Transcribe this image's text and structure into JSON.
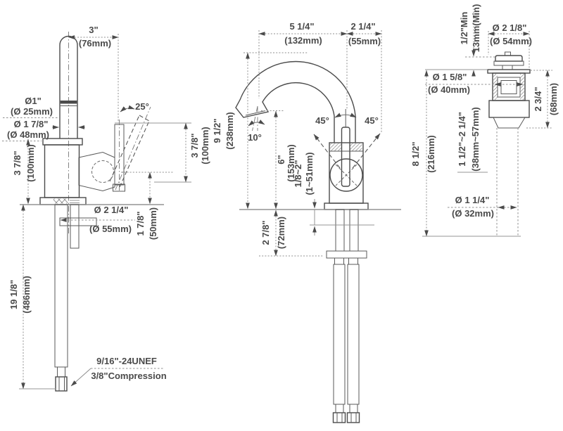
{
  "drawing": {
    "title": "faucet-installation-dimension-drawing",
    "colors": {
      "object_line": "#4b4b4b",
      "dimension_line": "#8f8f8f",
      "text": "#4a4a4a",
      "background": "#ffffff"
    },
    "side_view": {
      "spout_offset": {
        "inch": "3\"",
        "mm": "(76mm)"
      },
      "aerator_dia": {
        "inch": "Ø1\"",
        "mm": "(Ø 25mm)"
      },
      "base_dia": {
        "inch": "Ø 1 7/8\"",
        "mm": "(Ø 48mm)"
      },
      "body_height": {
        "inch": "3 7/8\"",
        "mm": "(100mm)"
      },
      "handle_angle": "25°",
      "handle_length": {
        "inch": "3 7/8\"",
        "mm": "(100mm)"
      },
      "handle_clearance": {
        "inch": "1 7/8\"",
        "mm": "(50mm)"
      },
      "hole_dia": {
        "inch": "Ø 2 1/4\"",
        "mm": "(Ø 55mm)"
      },
      "hose_length": {
        "inch": "19 1/8\"",
        "mm": "(486mm)"
      },
      "hose_thread": "9/16\"-24UNEF",
      "hose_connection": "3/8\"Compression"
    },
    "front_view": {
      "spout_reach": {
        "inch": "5 1/4\"",
        "mm": "(132mm)"
      },
      "handle_reach": {
        "inch": "2 1/4\"",
        "mm": "(55mm)"
      },
      "overall_height": {
        "inch": "9 1/2\"",
        "mm": "(238mm)"
      },
      "spout_height": {
        "inch": "6\"",
        "mm": "(153mm)"
      },
      "spout_angle": "10°",
      "swing_left": "45°",
      "swing_right": "45°",
      "deck_thickness": {
        "inch": "1/8~2\"",
        "mm": "(1~51mm)"
      },
      "shank_length": {
        "inch": "2 7/8\"",
        "mm": "(72mm)"
      }
    },
    "drain_view": {
      "lift_min": {
        "inch": "1/2\"Min",
        "mm": "13mm(Min)"
      },
      "cap_dia": {
        "inch": "Ø 2 1/8\"",
        "mm": "(Ø 54mm)"
      },
      "body_dia": {
        "inch": "Ø 1 5/8\"",
        "mm": "(Ø 40mm)"
      },
      "upper_height": {
        "inch": "2 3/4\"",
        "mm": "(68mm)"
      },
      "deck_range": {
        "inch": "1 1/2\"~2 1/4\"",
        "mm": "(38mm~57mm)"
      },
      "overall_height": {
        "inch": "8 1/2\"",
        "mm": "(216mm)"
      },
      "tailpipe_dia": {
        "inch": "Ø 1 1/4\"",
        "mm": "(Ø 32mm)"
      }
    }
  }
}
